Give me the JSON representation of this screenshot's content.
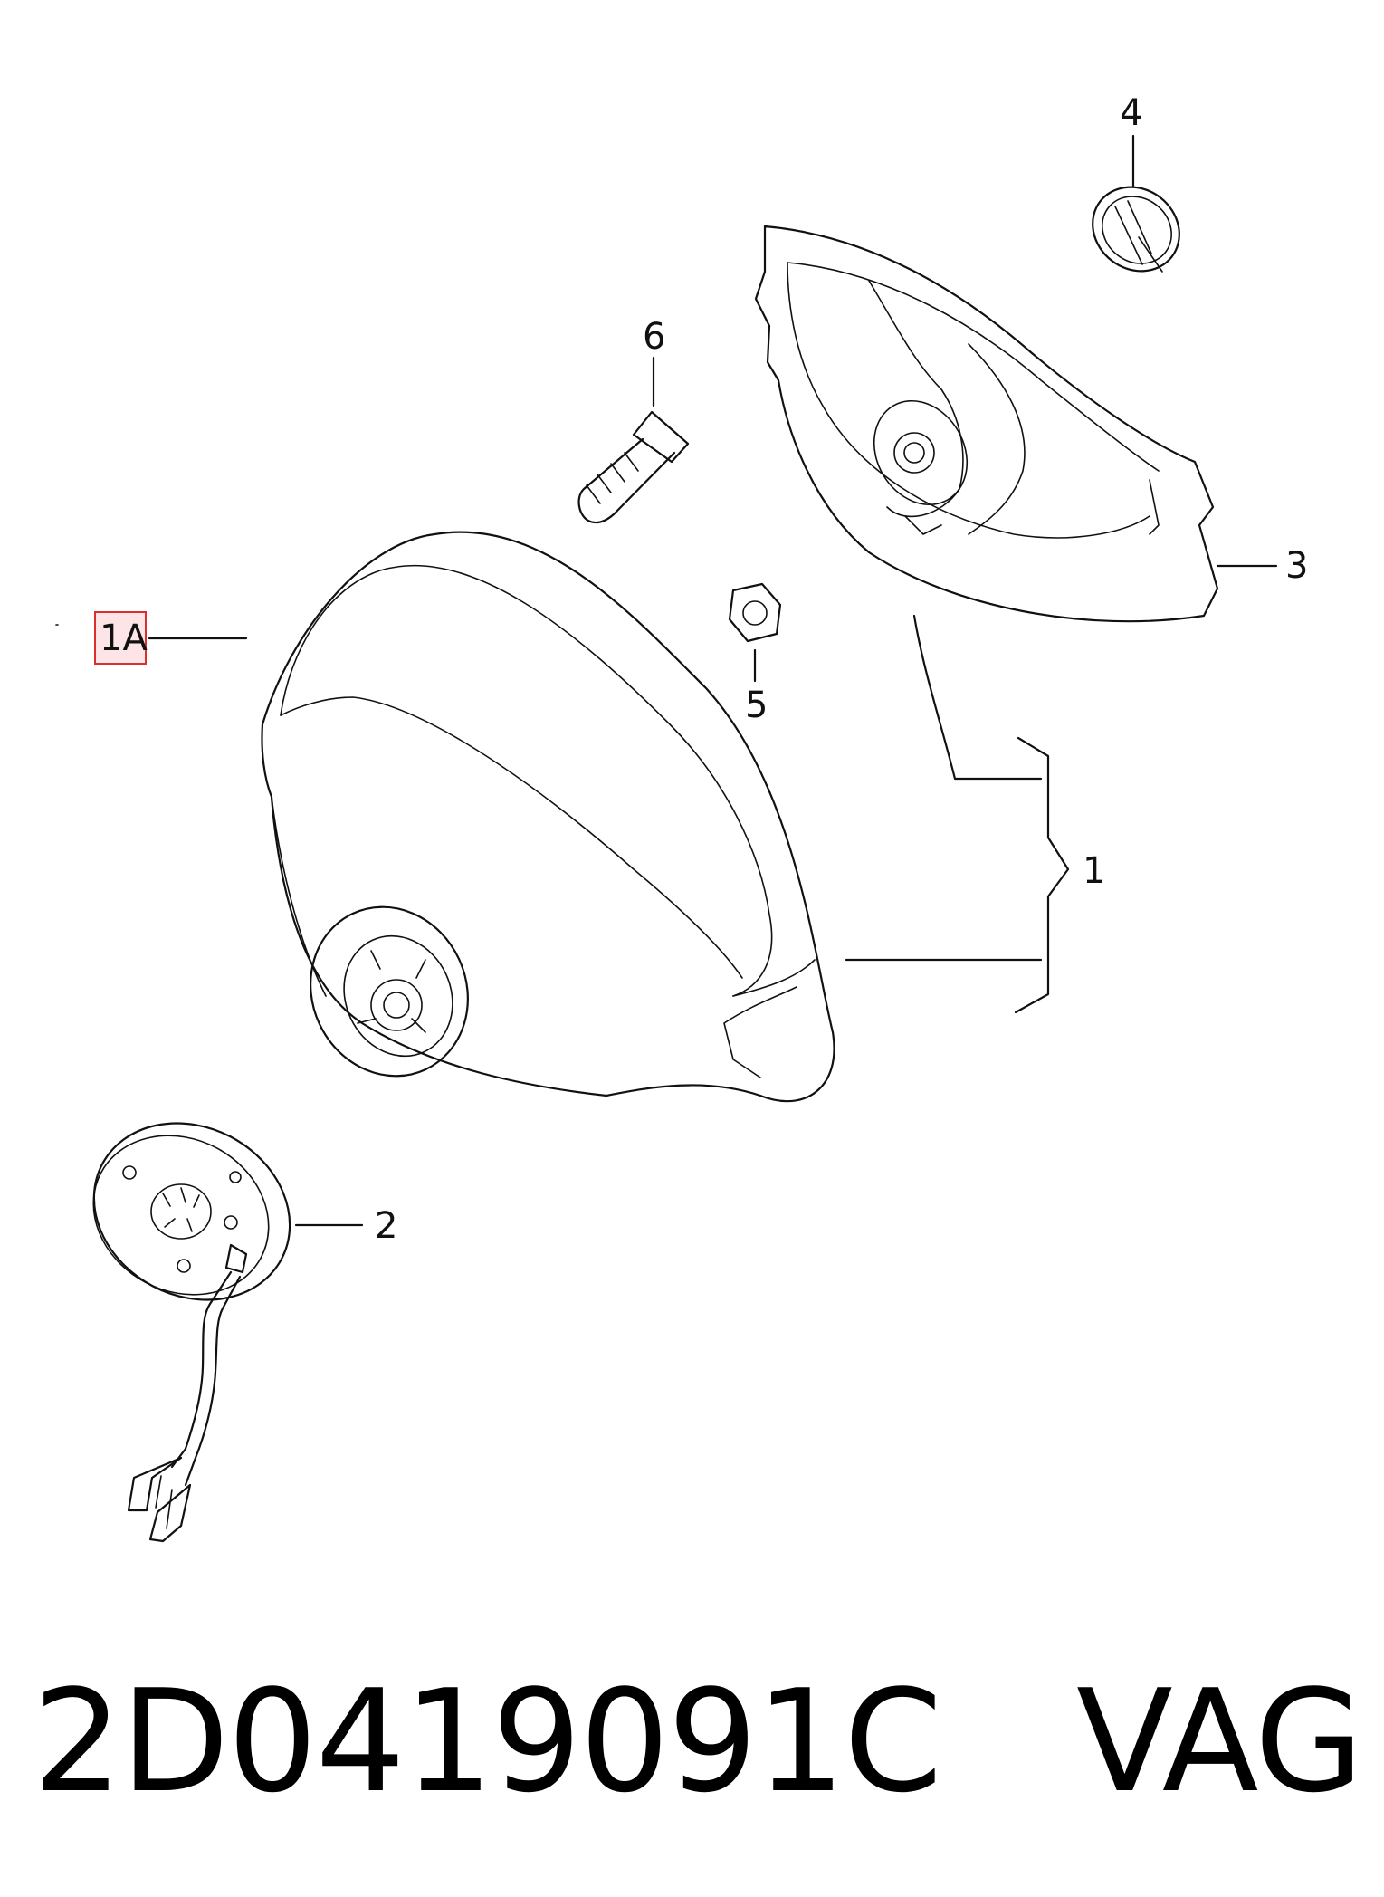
{
  "diagram": {
    "callouts": {
      "c1": "1",
      "c1a": "1A",
      "c2": "2",
      "c3": "3",
      "c4": "4",
      "c5": "5",
      "c6": "6"
    },
    "highlight_color": "#d9302f",
    "highlight_fill": "#fde4e6"
  },
  "footer": {
    "part_number": "2D0419091C",
    "brand": "VAG"
  }
}
